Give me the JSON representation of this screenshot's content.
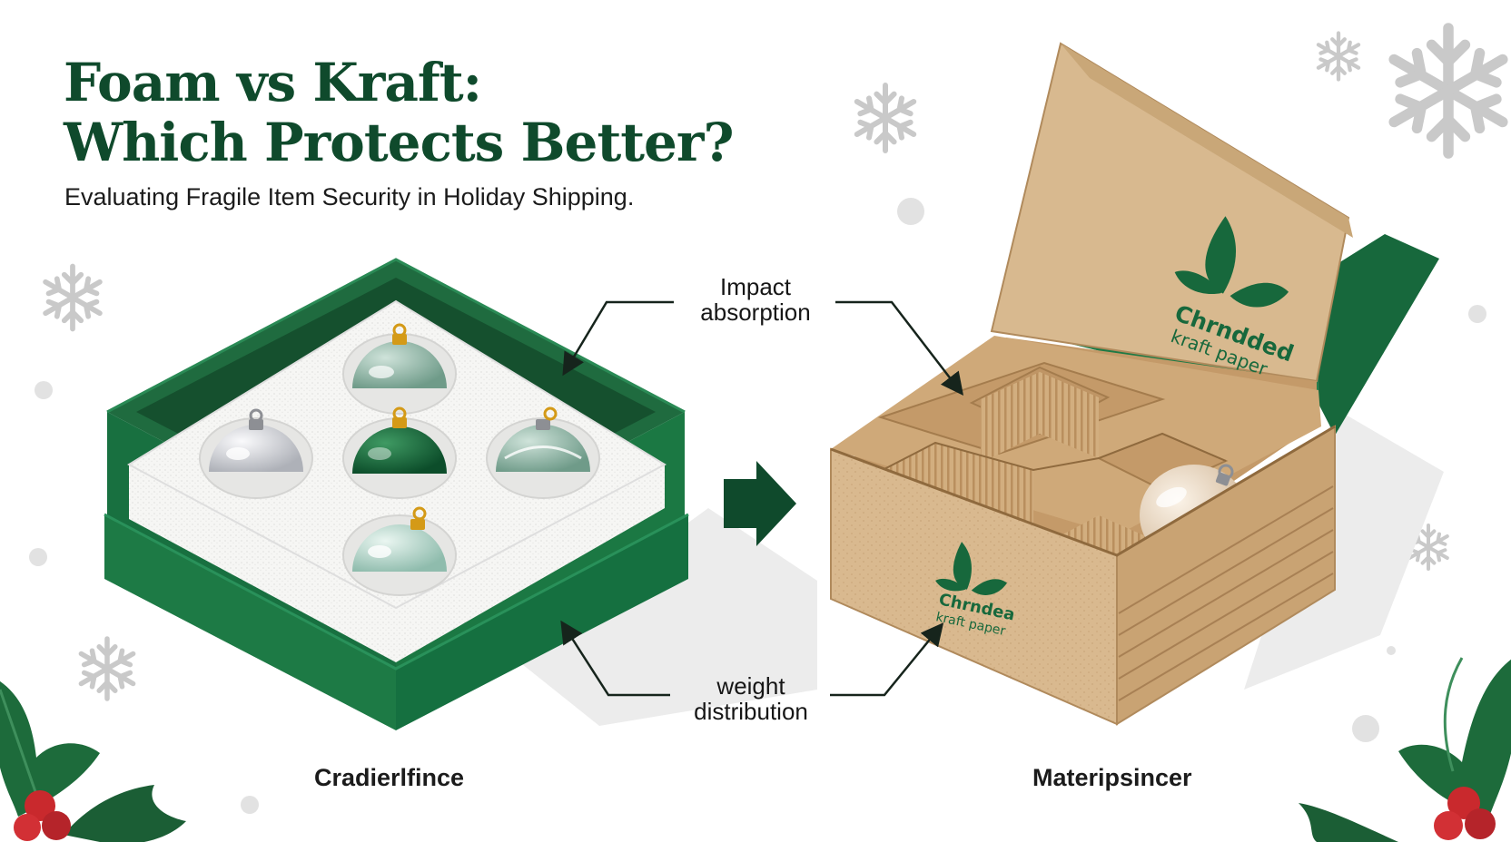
{
  "header": {
    "title_line1": "Foam vs Kraft:",
    "title_line2": "Which Protects Better?",
    "subtitle": "Evaluating Fragile Item Security in Holiday Shipping."
  },
  "callouts": {
    "top": "Impact\nabsorption",
    "bottom": "weight\ndistribution"
  },
  "captions": {
    "left": "Cradierlfince",
    "right": "Materipsincer"
  },
  "kraft_box": {
    "lid_logo_line1": "Chrndded",
    "lid_logo_line2": "kraft paper",
    "side_logo_line1": "Chrndea",
    "side_logo_line2": "kraft paper"
  },
  "colors": {
    "brand_green": "#17683c",
    "dark_green": "#0f4a2c",
    "kraft": "#d6b78d",
    "foam": "#f4f4f2"
  },
  "icons": [
    "snowflake-icon",
    "holly-icon",
    "arrow-right-icon",
    "leaf-logo-icon",
    "ornament-icon"
  ]
}
